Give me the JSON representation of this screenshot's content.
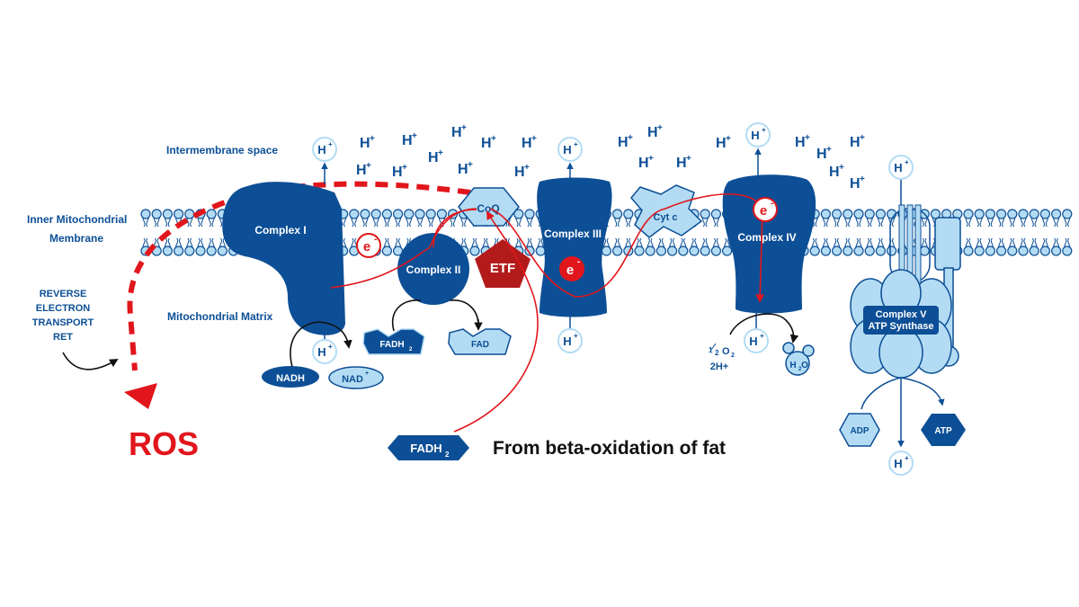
{
  "labels": {
    "intermembrane": "Intermembrane space",
    "inner_membrane_1": "Inner Mitochondrial",
    "inner_membrane_2": "Membrane",
    "matrix": "Mitochondrial Matrix",
    "ret": [
      "REVERSE",
      "ELECTRON",
      "TRANSPORT",
      "RET"
    ],
    "ros": "ROS",
    "beta_oxidation": "From beta-oxidation of fat"
  },
  "complexes": {
    "c1": "Complex I",
    "c2": "Complex II",
    "c3": "Complex III",
    "c4": "Complex IV",
    "c5_line1": "Complex V",
    "c5_line2": "ATP Synthase",
    "coq": "CoQ",
    "etf": "ETF",
    "cytc": "Cyt c"
  },
  "molecules": {
    "proton": "H",
    "proton_charge": "+",
    "electron": "e",
    "electron_charge": "-",
    "nadh": "NADH",
    "nad": "NAD",
    "nad_charge": "+",
    "fadh2": "FADH",
    "fadh2_sub": "2",
    "fad": "FAD",
    "half_o2_num": "1",
    "half_o2_den": "2",
    "half_o2": "O",
    "half_o2_sub": "2",
    "two_h": "2H+",
    "water": "H",
    "water_sub": "2",
    "water_o": "O",
    "adp": "ADP",
    "atp": "ATP"
  },
  "colors": {
    "primary_blue": "#0d4f96",
    "light_blue": "#b3dcf4",
    "red": "#e1161c",
    "dark_red": "#b31b1b",
    "black": "#111111"
  }
}
